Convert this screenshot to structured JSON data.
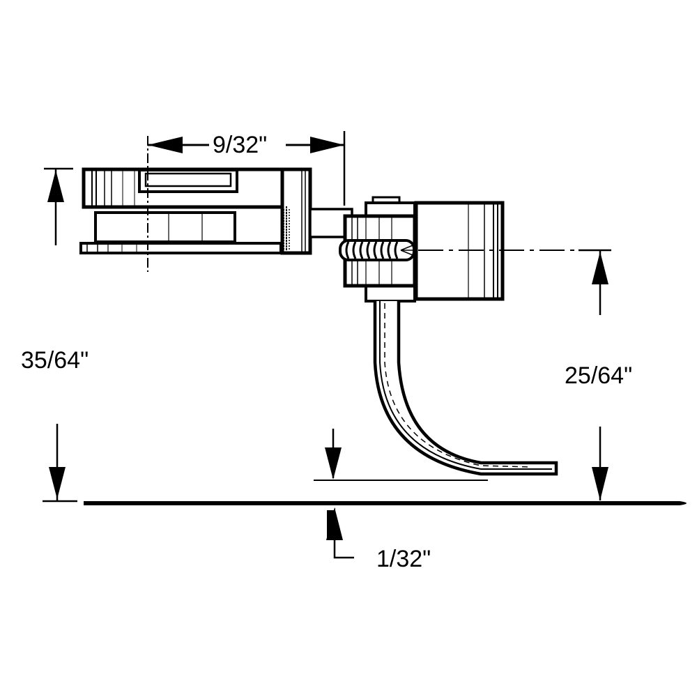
{
  "diagram": {
    "subject": "coupler side view dimension drawing",
    "colors": {
      "line": "#000000",
      "background": "#ffffff"
    },
    "dimensions": {
      "draft_box_to_knuckle": "9/32\"",
      "overall_height": "35/64\"",
      "coupler_centerline_height": "25/64\"",
      "trip_pin_clearance": "1/32\""
    }
  }
}
